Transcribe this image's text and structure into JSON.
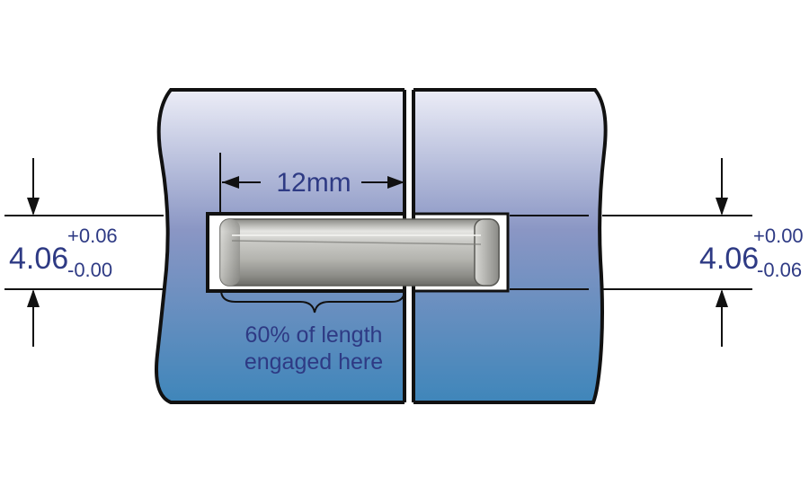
{
  "length_label": {
    "value": "12",
    "unit": "mm"
  },
  "engagement_note": {
    "line1": "60% of length",
    "line2": "engaged here"
  },
  "left_tolerance": {
    "nominal": "4.06",
    "upper": "+0.06",
    "lower": "-0.00"
  },
  "right_tolerance": {
    "nominal": "4.06",
    "upper": "+0.00",
    "lower": "-0.06"
  },
  "colors": {
    "plate_top": "#ecedf7",
    "plate_mid": "#8a96c4",
    "plate_bottom": "#3f86ba",
    "outline": "#111111",
    "text": "#2e3a84",
    "pin_light": "#e4e4e2",
    "pin_dark": "#6e6e6a"
  }
}
